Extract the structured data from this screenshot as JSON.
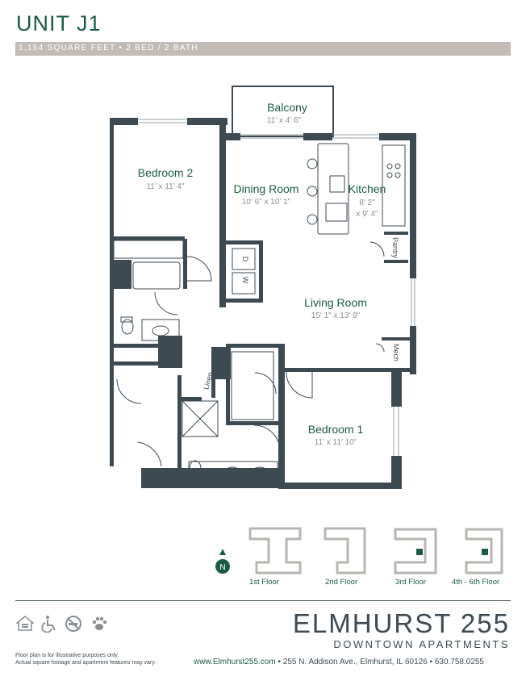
{
  "unit": {
    "title": "UNIT J1",
    "summary": "1,154 SQUARE FEET  •  2 BED / 2 BATH"
  },
  "rooms": {
    "balcony": {
      "name": "Balcony",
      "dims": "11' x 4' 6\""
    },
    "bedroom2": {
      "name": "Bedroom 2",
      "dims": "11' x 11' 4\""
    },
    "dining": {
      "name": "Dining Room",
      "dims": "10' 6\" x 10' 1\""
    },
    "kitchen": {
      "name": "Kitchen",
      "dims1": "8' 2\"",
      "dims2": "x 9' 4\""
    },
    "living": {
      "name": "Living Room",
      "dims": "15' 1\" x 13' 9\""
    },
    "bedroom1": {
      "name": "Bedroom 1",
      "dims": "11' x 11' 10\""
    },
    "pantry": "Pantry",
    "mech": "Mech",
    "linen": "Linen",
    "washer": "W",
    "dryer": "D"
  },
  "compass": "N",
  "floors": [
    {
      "label": "1st Floor"
    },
    {
      "label": "2nd Floor"
    },
    {
      "label": "3rd Floor"
    },
    {
      "label": "4th - 6th Floor"
    }
  ],
  "footer": {
    "brand": "ELMHURST 255",
    "brand_sub": "DOWNTOWN APARTMENTS",
    "disclaimer_1": "Floor plan is for illustrative purposes only.",
    "disclaimer_2": "Actual square footage and apartment features may vary.",
    "website": "www.Elmhurst255.com",
    "address": "•  255 N. Addison Ave., Elmhurst, IL 60126  •  630.758.0255",
    "icons": [
      "equal-housing-icon",
      "wheelchair-icon",
      "no-smoking-icon",
      "pet-friendly-icon"
    ]
  },
  "colors": {
    "accent": "#1d5a43",
    "wall": "#3e4a51",
    "bar": "#c2bbb6"
  }
}
